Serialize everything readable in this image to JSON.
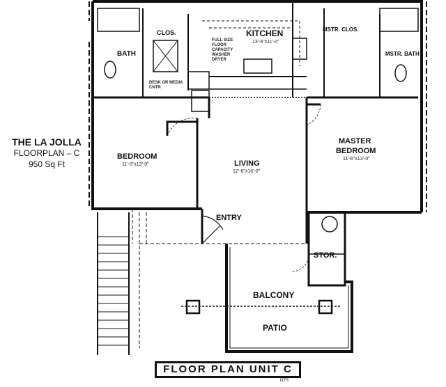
{
  "side_label": {
    "name": "THE LA JOLLA",
    "plan": "FLOORPLAN – C",
    "area": "950 Sq Ft"
  },
  "title": "FLOOR PLAN UNIT C",
  "scale_note": "NTS",
  "rooms": {
    "bath": "BATH",
    "clos": "CLOS.",
    "kitchen": "KITCHEN",
    "kitchen_dim": "13'-6\"x11'-0\"",
    "kitchen_note": "FULL SIZE FLOOR CAPACITY WASHER DRYER",
    "desk_note": "DESK OR MEDIA CNTR",
    "mstr_clos": "MSTR. CLOS.",
    "mstr_bath": "MSTR. BATH",
    "bedroom": "BEDROOM",
    "bedroom_dim": "11'-0\"x13'-0\"",
    "living": "LIVING",
    "living_dim": "12'-6\"x16'-0\"",
    "master_bedroom_1": "MASTER",
    "master_bedroom_2": "BEDROOM",
    "master_dim": "11'-6\"x13'-0\"",
    "entry": "ENTRY",
    "stor": "STOR.",
    "balcony": "BALCONY",
    "patio": "PATIO"
  }
}
